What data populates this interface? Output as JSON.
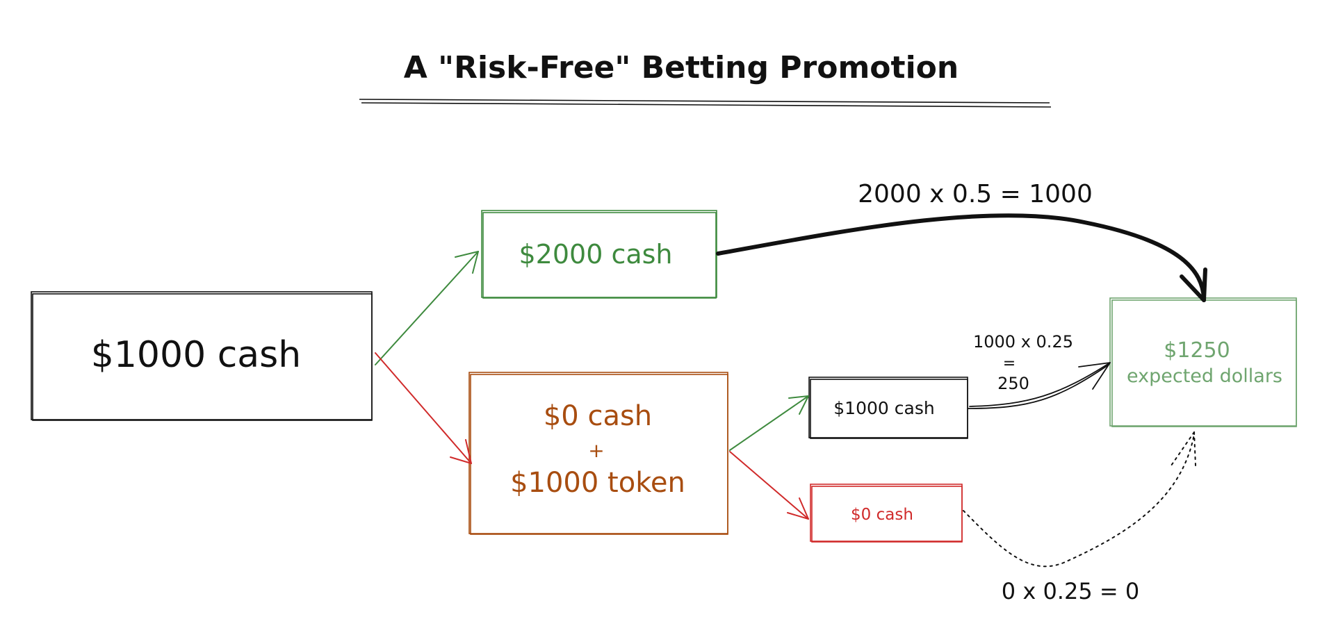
{
  "title": "A \"Risk-Free\" Betting Promotion",
  "colors": {
    "black": "#111111",
    "green": "#3e8a3e",
    "pale_green": "#6fa56f",
    "orange": "#a84d10",
    "red": "#d02a2a"
  },
  "nodes": {
    "start": {
      "label": "$1000 cash"
    },
    "win": {
      "label": "$2000 cash"
    },
    "lose": {
      "line1": "$0 cash",
      "line2": "+",
      "line3": "$1000 token"
    },
    "token_win": {
      "label": "$1000 cash"
    },
    "token_lose": {
      "label": "$0 cash"
    },
    "result": {
      "line1": "$1250",
      "line2": "expected dollars"
    }
  },
  "edge_labels": {
    "win_calc": "2000 x 0.5 = 1000",
    "token_win_calc_1": "1000 x 0.25",
    "token_win_calc_2": "=",
    "token_win_calc_3": "250",
    "token_lose_calc": "0 x 0.25 = 0"
  }
}
